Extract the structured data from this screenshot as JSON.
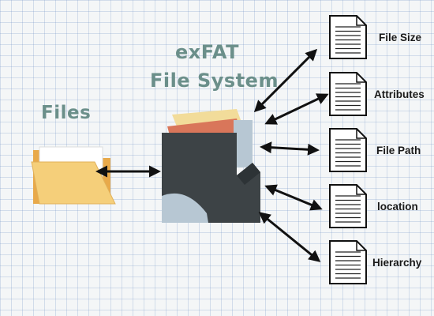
{
  "title": {
    "line1": "exFAT",
    "line2": "File System"
  },
  "files_label": "Files",
  "attributes": [
    {
      "label": "File Size"
    },
    {
      "label": "Attributes"
    },
    {
      "label": "File Path"
    },
    {
      "label": "location"
    },
    {
      "label": "Hierarchy"
    }
  ],
  "colors": {
    "title": "#6b8f8a",
    "folder": "#f4c76a",
    "box": "#3d4346",
    "paper_yellow": "#f2dc9a",
    "paper_orange": "#d9765a",
    "paper_blue": "#b7c7d3"
  }
}
